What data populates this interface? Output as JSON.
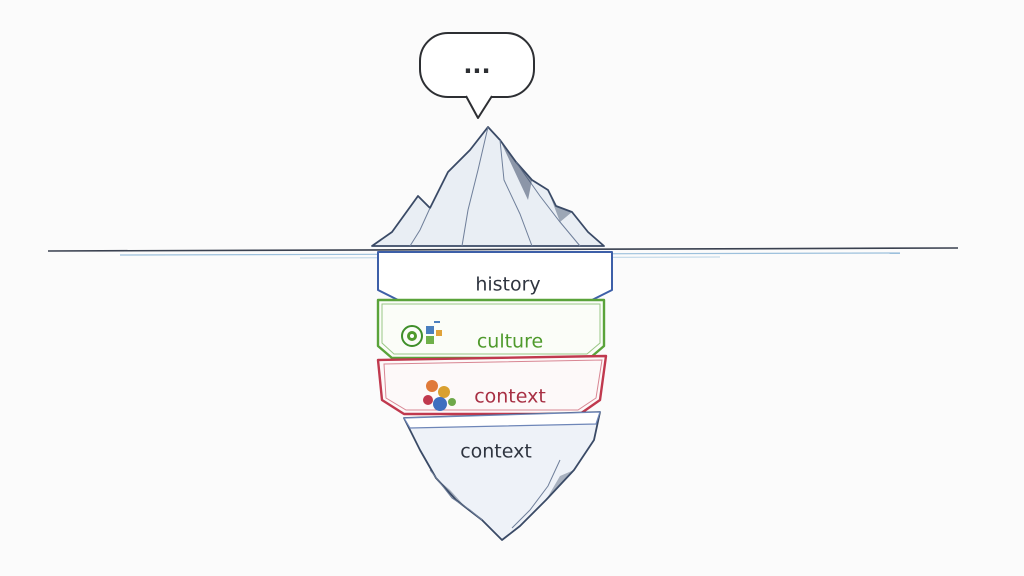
{
  "speech_bubble": {
    "text": "..."
  },
  "layers": [
    {
      "label": "history",
      "color": "#2f3540",
      "border": "#3d5fa8",
      "icon": "none"
    },
    {
      "label": "culture",
      "color": "#4f9a2c",
      "border": "#5aa33a",
      "icon": "target-and-grid-icon"
    },
    {
      "label": "context",
      "color": "#a83044",
      "border": "#c0394e",
      "icon": "people-cluster-icon"
    },
    {
      "label": "context",
      "color": "#2f3540",
      "border": "#6e86b8",
      "icon": "none"
    }
  ]
}
